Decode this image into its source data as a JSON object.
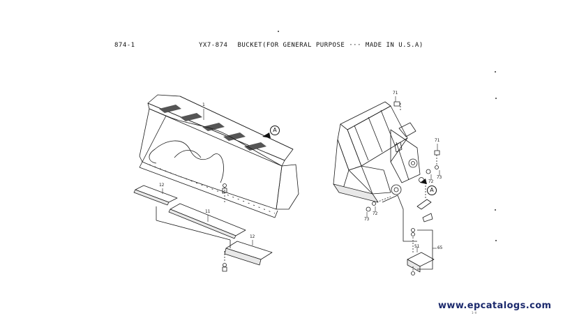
{
  "header": {
    "page_number": "874-1",
    "title_code": "YX7-874",
    "title_text": "BUCKET(FOR GENERAL PURPOSE ··· MADE IN U.S.A)"
  },
  "callouts": {
    "bucket_1": "1",
    "edge_12_left": "12",
    "edge_11": "11",
    "edge_12_right": "12",
    "pin_71_top": "71",
    "pin_71_right": "71",
    "bolt_73_right": "73",
    "washer_72_right": "72",
    "bolt_73_left": "73",
    "washer_72_left": "72",
    "plate_51": "51",
    "bracket_65": "65"
  },
  "view_refs": {
    "view_a_left": "A",
    "view_a_right": "A"
  },
  "watermark": "www.epcatalogs.com",
  "footer_mark": "1-A"
}
